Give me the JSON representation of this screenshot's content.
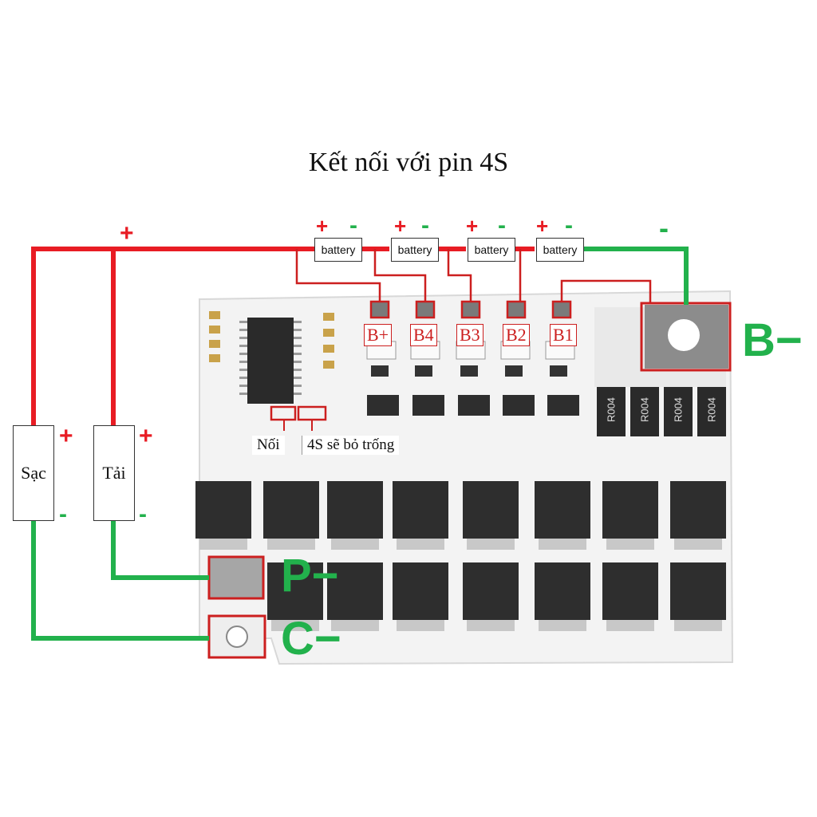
{
  "title": "Kết nối với pin 4S",
  "batteries": [
    "battery",
    "battery",
    "battery",
    "battery"
  ],
  "battery_signs": {
    "plus": "+",
    "minus": "-"
  },
  "taps": [
    "B+",
    "B4",
    "B3",
    "B2",
    "B1"
  ],
  "left_boxes": {
    "charge": "Sạc",
    "load": "Tải"
  },
  "terminals": {
    "b_minus": "B−",
    "p_minus": "P−",
    "c_minus": "C−"
  },
  "notes": {
    "connect": "Nối",
    "empty_4s": "4S sẽ bỏ trống"
  },
  "resistor_marks": [
    "R004",
    "R004",
    "R004",
    "R004"
  ],
  "colors": {
    "positive_wire": "#e81c24",
    "negative_wire": "#22b14c",
    "highlight": "#cc1f1f",
    "board": "#f2f2f2",
    "component": "#2e2e2e"
  }
}
